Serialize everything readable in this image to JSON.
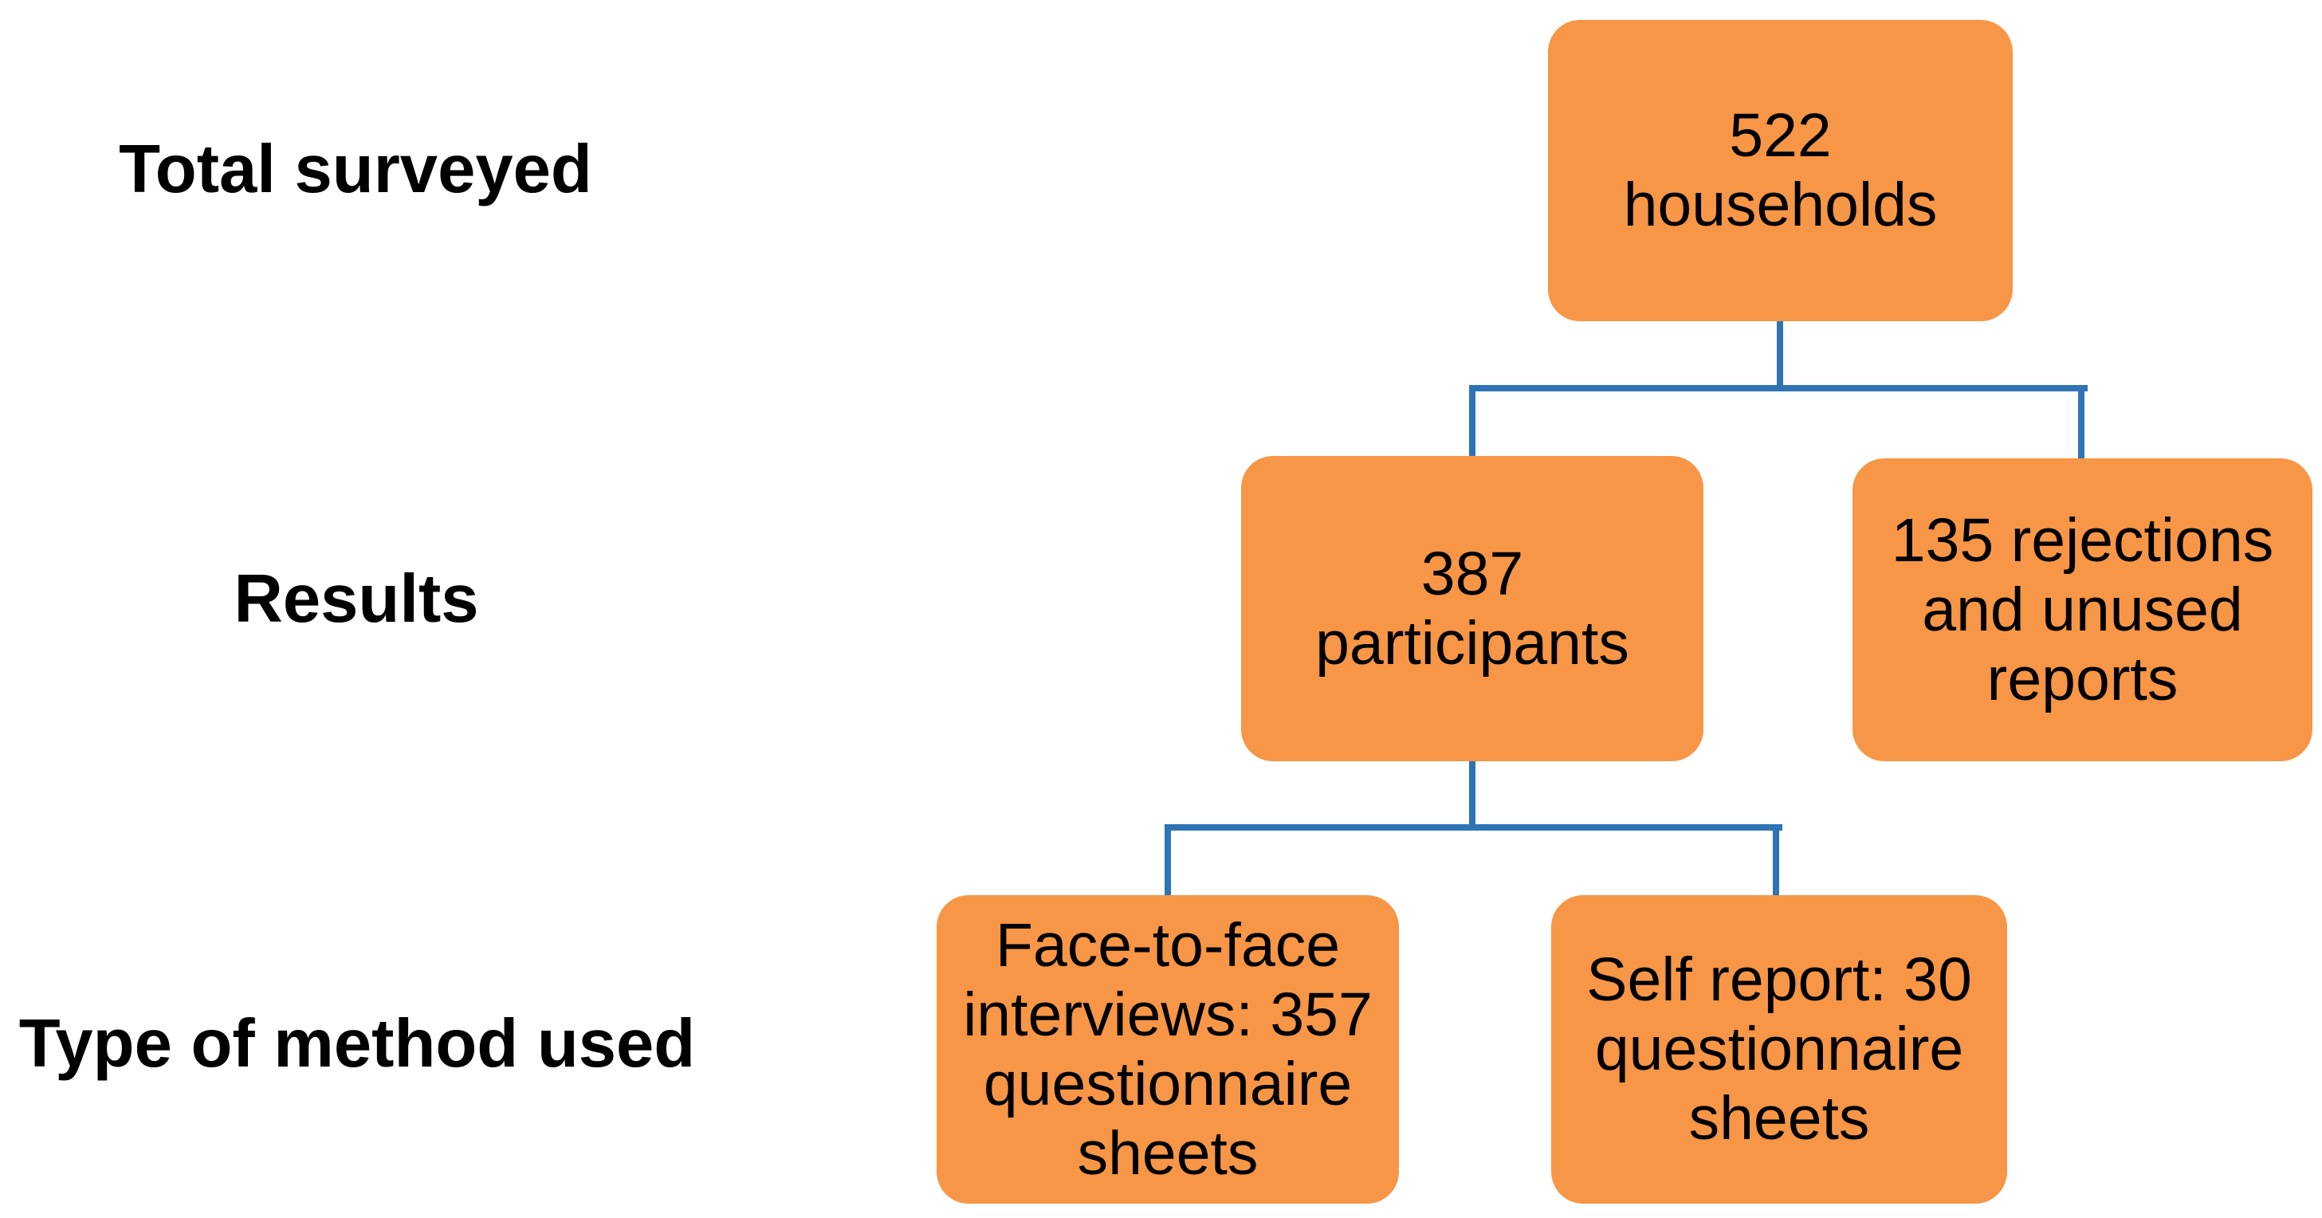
{
  "diagram": {
    "colors": {
      "background": "#FFFFFF",
      "box_fill": "#F79646",
      "connector": "#2E74B5",
      "text": "#000000"
    },
    "row_labels": [
      {
        "id": "total-surveyed",
        "text": "Total surveyed"
      },
      {
        "id": "results",
        "text": "Results"
      },
      {
        "id": "type-of-method-used",
        "text": "Type of method used"
      }
    ],
    "nodes": {
      "households": {
        "value": 522,
        "lines": [
          "522",
          "households"
        ]
      },
      "participants": {
        "value": 387,
        "lines": [
          "387",
          "participants"
        ]
      },
      "rejections": {
        "value": 135,
        "lines": [
          "135 rejections",
          "and unused",
          "reports"
        ]
      },
      "face_to_face": {
        "value": 357,
        "lines": [
          "Face-to-face",
          "interviews: 357",
          "questionnaire",
          "sheets"
        ]
      },
      "self_report": {
        "value": 30,
        "lines": [
          "Self report: 30",
          "questionnaire",
          "sheets"
        ]
      }
    }
  }
}
